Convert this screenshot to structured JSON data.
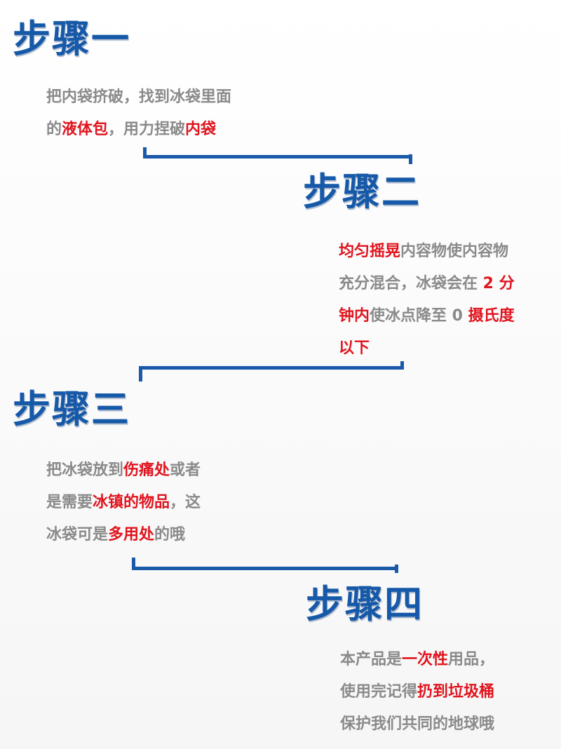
{
  "colors": {
    "title_blue": "#1659a8",
    "connector_blue": "#1a5aa8",
    "body_gray": "#8a8a8a",
    "highlight_red": "#e0141e"
  },
  "steps": [
    {
      "title": "步骤一",
      "lines": [
        [
          {
            "text": "把内袋挤破，找到冰袋里面",
            "hl": false
          }
        ],
        [
          {
            "text": "的",
            "hl": false
          },
          {
            "text": "液体包",
            "hl": true
          },
          {
            "text": "，用力捏破",
            "hl": false
          },
          {
            "text": "内袋",
            "hl": true
          }
        ]
      ]
    },
    {
      "title": "步骤二",
      "lines": [
        [
          {
            "text": "均匀摇晃",
            "hl": true
          },
          {
            "text": "内容物使内容物",
            "hl": false
          }
        ],
        [
          {
            "text": "充分混合，冰袋会在 ",
            "hl": false
          },
          {
            "text": "2 分",
            "hl": true
          }
        ],
        [
          {
            "text": "钟内",
            "hl": true
          },
          {
            "text": "使冰点降至 0 ",
            "hl": false
          },
          {
            "text": "摄氏度",
            "hl": true
          }
        ],
        [
          {
            "text": "以下",
            "hl": true
          }
        ]
      ]
    },
    {
      "title": "步骤三",
      "lines": [
        [
          {
            "text": "把冰袋放到",
            "hl": false
          },
          {
            "text": "伤痛处",
            "hl": true
          },
          {
            "text": "或者",
            "hl": false
          }
        ],
        [
          {
            "text": "是需要",
            "hl": false
          },
          {
            "text": "冰镇的物品",
            "hl": true
          },
          {
            "text": "，这",
            "hl": false
          }
        ],
        [
          {
            "text": "冰袋可是",
            "hl": false
          },
          {
            "text": "多用处",
            "hl": true
          },
          {
            "text": "的哦",
            "hl": false
          }
        ]
      ]
    },
    {
      "title": "步骤四",
      "lines": [
        [
          {
            "text": "本产品是",
            "hl": false
          },
          {
            "text": "一次性",
            "hl": true
          },
          {
            "text": "用品，",
            "hl": false
          }
        ],
        [
          {
            "text": "使用完记得",
            "hl": false
          },
          {
            "text": "扔到垃圾桶",
            "hl": true
          }
        ],
        [
          {
            "text": "保护我们共同的地球哦",
            "hl": false
          }
        ]
      ]
    }
  ]
}
